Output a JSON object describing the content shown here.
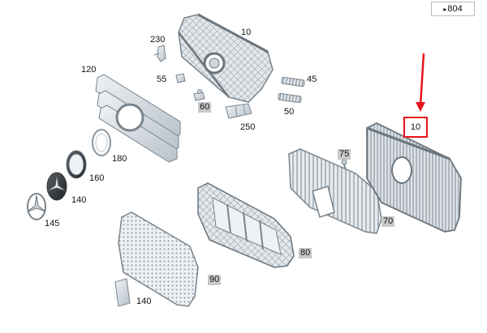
{
  "reference": {
    "arrow": "▸",
    "page": "804"
  },
  "highlight": {
    "label": "10",
    "color": "#e8121a"
  },
  "labels": {
    "l230": "230",
    "l10a": "10",
    "l55": "55",
    "l45": "45",
    "l60": "60",
    "l50": "50",
    "l250": "250",
    "l120": "120",
    "l180": "180",
    "l160": "160",
    "l140a": "140",
    "l145": "145",
    "l75": "75",
    "l70": "70",
    "l80": "80",
    "l90": "90",
    "l140b": "140"
  },
  "colors": {
    "part_fill": "#dfe5ea",
    "part_stroke": "#8c969e",
    "label_bg": "#c9c9c9",
    "arrow": "#e8121a"
  }
}
